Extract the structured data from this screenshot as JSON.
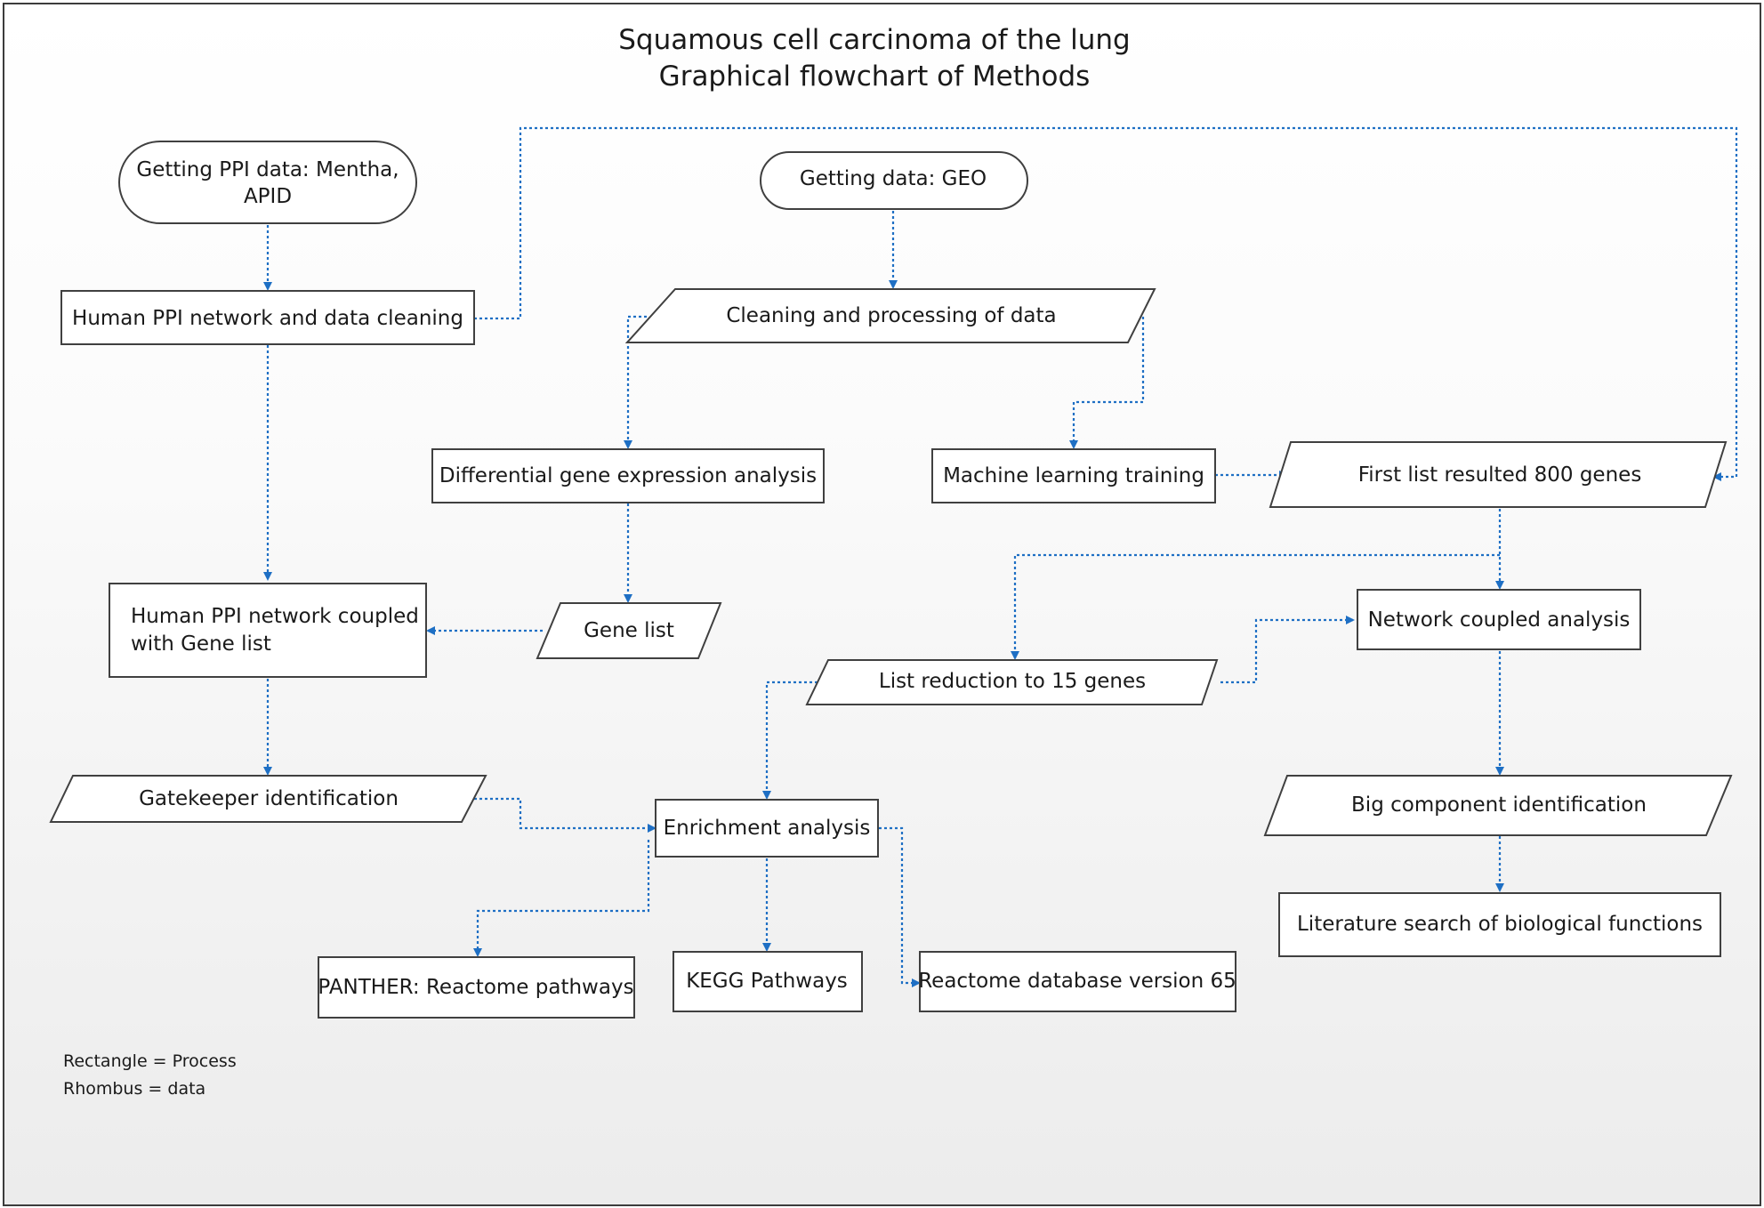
{
  "title": {
    "line1": "Squamous cell carcinoma of the lung",
    "line2": "Graphical flowchart of Methods"
  },
  "nodes": {
    "ppi_data": {
      "line1": "Getting PPI data: Mentha,",
      "line2": "APID"
    },
    "geo_data": "Getting data: GEO",
    "human_ppi_cleaning": "Human PPI network and data cleaning",
    "cleaning_processing": "Cleaning and processing of data",
    "diff_expr": "Differential gene expression analysis",
    "ml_training": "Machine learning training",
    "first_list": "First list resulted 800 genes",
    "ppi_coupled": {
      "line1": "Human PPI network coupled",
      "line2": "with Gene list"
    },
    "gene_list": "Gene list",
    "network_coupled": "Network coupled analysis",
    "list_reduction": "List reduction to 15 genes",
    "gatekeeper": "Gatekeeper identification",
    "enrichment": "Enrichment analysis",
    "big_component": "Big component identification",
    "panther": "PANTHER: Reactome pathways",
    "kegg": "KEGG Pathways",
    "reactome_db": "Reactome database version 65",
    "literature": "Literature search of biological functions"
  },
  "legend": {
    "line1": "Rectangle = Process",
    "line2": "Rhombus = data"
  },
  "colors": {
    "connector": "#1e6fc4",
    "shape_border": "#404040",
    "background_bottom": "#ececec"
  }
}
